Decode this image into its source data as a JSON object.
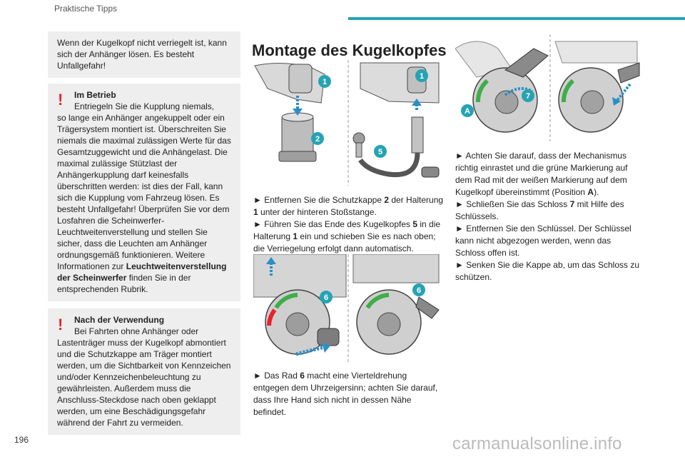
{
  "header": {
    "section": "Praktische Tipps"
  },
  "page_number": "196",
  "watermark": "carmanualsonline.info",
  "col1": {
    "intro": "Wenn der Kugelkopf nicht verriegelt ist, kann sich der Anhänger lösen. Es besteht Unfallgefahr!",
    "warning1": {
      "title": "Im Betrieb",
      "line1": "Entriegeln Sie die Kupplung niemals,",
      "text": "so lange ein Anhänger angekuppelt oder ein Trägersystem montiert ist. Überschreiten Sie niemals die maximal zulässigen Werte für das Gesamtzuggewicht und die Anhängelast. Die maximal zulässige Stützlast der Anhängerkupplung darf keinesfalls überschritten werden: ist dies der Fall, kann sich die Kupplung vom Fahrzeug lösen. Es besteht Unfallgefahr! Überprüfen Sie vor dem Losfahren die Scheinwerfer-Leuchtweitenverstellung und stellen Sie sicher, dass die Leuchten am Anhänger ordnungsgemäß funktionieren. Weitere Informationen zur",
      "bold_ref": "Leuchtweitenverstellung der Scheinwerfer",
      "after_ref": "finden Sie in der entsprechenden Rubrik."
    },
    "warning2": {
      "title": "Nach der Verwendung",
      "line1": "Bei Fahrten ohne Anhänger oder",
      "text": "Lastenträger muss der Kugelkopf abmontiert und die Schutzkappe am Träger montiert werden, um die Sichtbarkeit von Kennzeichen und/oder Kennzeichenbeleuchtung zu gewährleisten. Außerdem muss die Anschluss-Steckdose nach oben geklappt werden, um eine Beschädigungsgefahr während der Fahrt zu vermeiden."
    }
  },
  "col2": {
    "heading": "Montage des Kugelkopfes",
    "fig_top_labels": [
      "1",
      "2",
      "1",
      "5"
    ],
    "step1": {
      "pre": "► Entfernen Sie die Schutzkappe ",
      "n1": "2",
      "mid": " der Halterung ",
      "n2": "1",
      "post": " unter der hinteren Stoßstange."
    },
    "step2": {
      "pre": "► Führen Sie das Ende des Kugelkopfes ",
      "n1": "5",
      "mid": " in die Halterung ",
      "n2": "1",
      "post": " ein und schieben Sie es nach oben; die Verriegelung erfolgt dann automatisch."
    },
    "fig_mid_labels": [
      "6",
      "6"
    ],
    "step3": {
      "pre": "► Das Rad ",
      "n1": "6",
      "post": " macht eine Vierteldrehung entgegen dem Uhrzeigersinn; achten Sie darauf, dass Ihre Hand sich nicht in dessen Nähe befindet."
    }
  },
  "col3": {
    "fig_labels": [
      "7",
      "A"
    ],
    "step1": {
      "pre": "► Achten Sie darauf, dass der Mechanismus richtig einrastet und die grüne Markierung auf dem Rad mit der weißen Markierung auf dem Kugelkopf übereinstimmt (Position ",
      "n1": "A",
      "post": ")."
    },
    "step2": {
      "pre": "► Schließen Sie das Schloss ",
      "n1": "7",
      "post": " mit Hilfe des Schlüssels."
    },
    "step3": "► Entfernen Sie den Schlüssel. Der Schlüssel kann nicht abgezogen werden, wenn das Schloss offen ist.",
    "step4": "► Senken Sie die Kappe ab, um das Schloss zu schützen."
  },
  "colors": {
    "accent": "#26a3b3",
    "warning": "#e8232b",
    "box_bg": "#eeeeee",
    "green_mark": "#3fae49"
  }
}
